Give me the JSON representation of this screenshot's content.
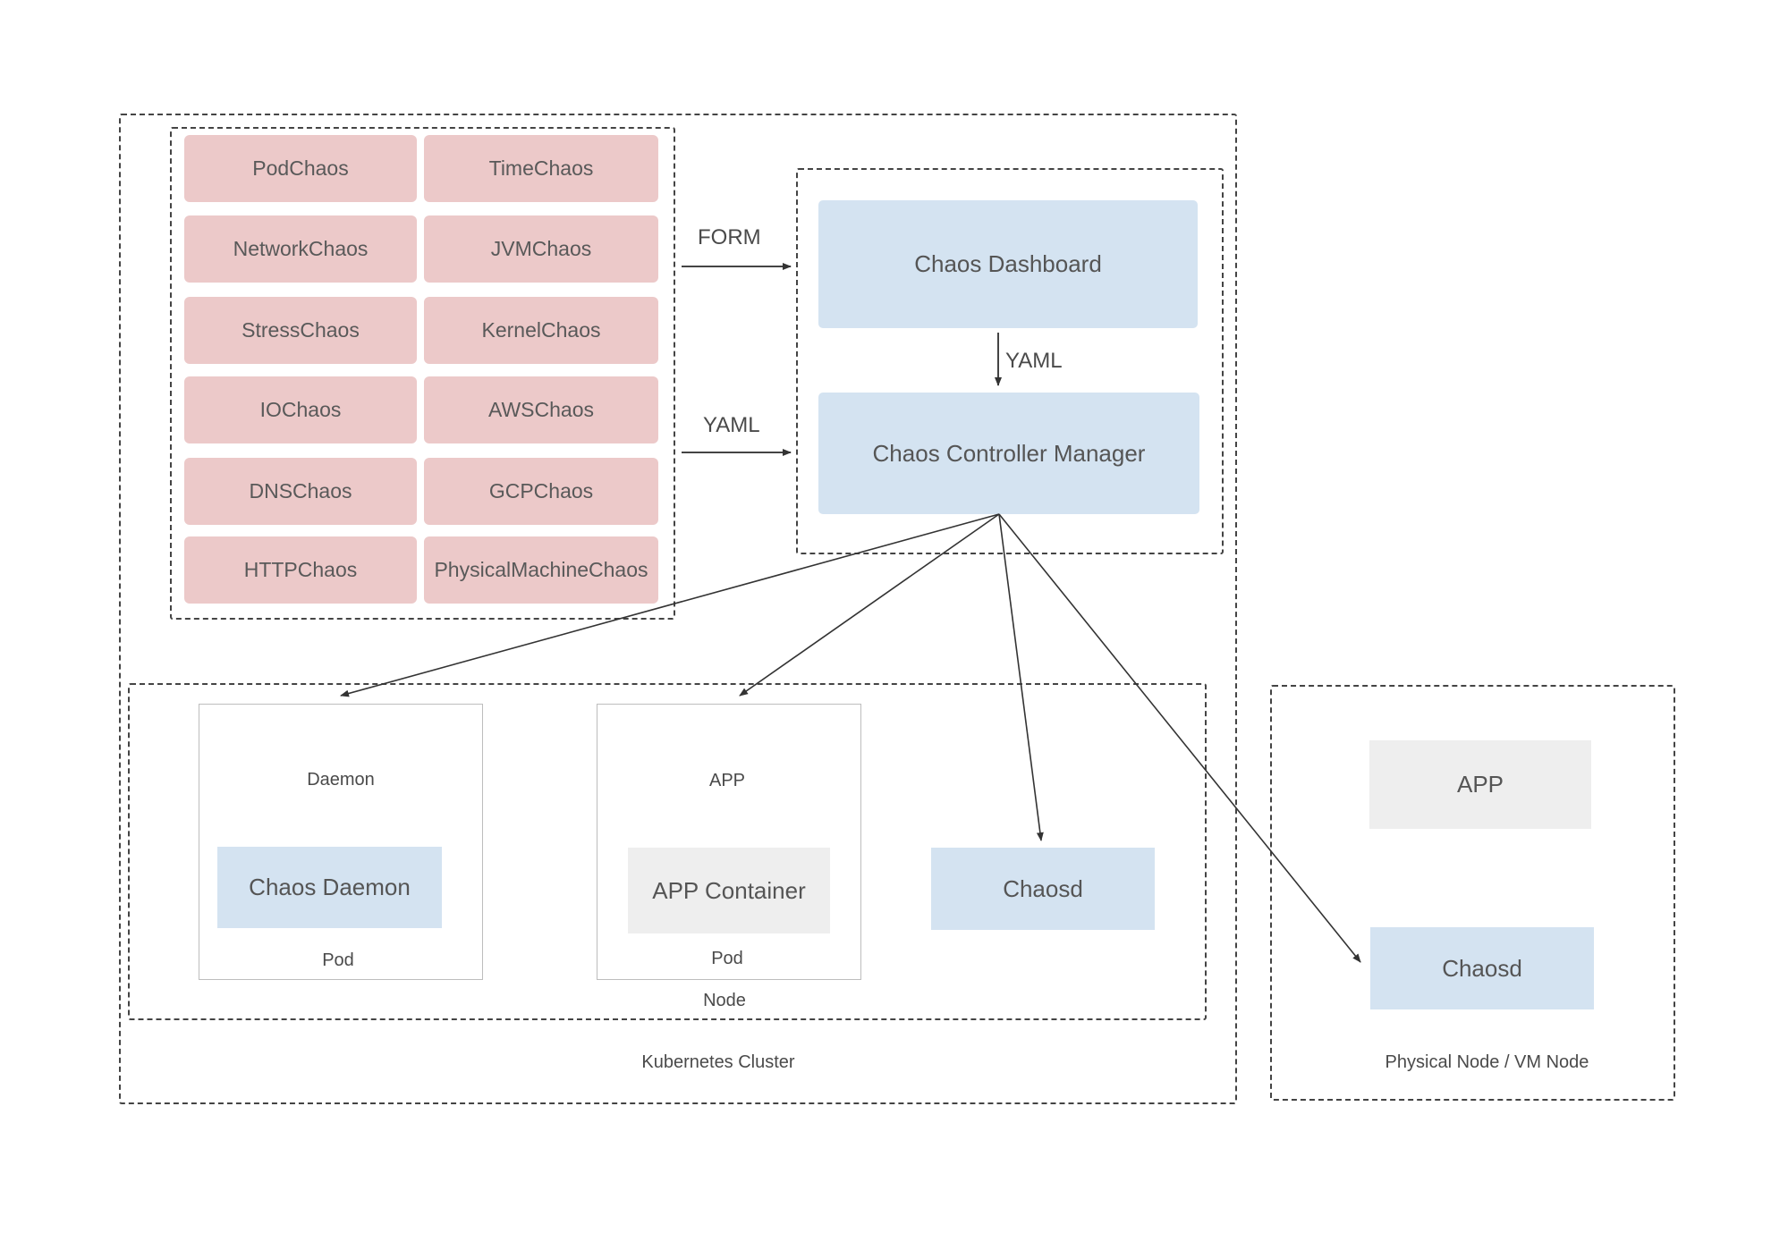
{
  "chaos_types": [
    "PodChaos",
    "TimeChaos",
    "NetworkChaos",
    "JVMChaos",
    "StressChaos",
    "KernelChaos",
    "IOChaos",
    "AWSChaos",
    "DNSChaos",
    "GCPChaos",
    "HTTPChaos",
    "PhysicalMachineChaos"
  ],
  "edges": {
    "form": "FORM",
    "yaml_to_manager": "YAML",
    "yaml_dashboard_to_manager": "YAML"
  },
  "control_plane": {
    "dashboard": "Chaos Dashboard",
    "controller_manager": "Chaos Controller Manager"
  },
  "node": {
    "label": "Node",
    "daemon_pod": {
      "title": "Daemon",
      "component": "Chaos Daemon",
      "label": "Pod"
    },
    "app_pod": {
      "title": "APP",
      "component": "APP Container",
      "label": "Pod"
    },
    "chaosd": "Chaosd"
  },
  "cluster_label": "Kubernetes Cluster",
  "physical_node": {
    "app": "APP",
    "chaosd": "Chaosd",
    "label": "Physical Node / VM Node"
  },
  "colors": {
    "chaos_type_fill": "#ecc9c9",
    "component_fill": "#d4e3f1",
    "app_fill": "#eeeeee",
    "border": "#444444"
  }
}
